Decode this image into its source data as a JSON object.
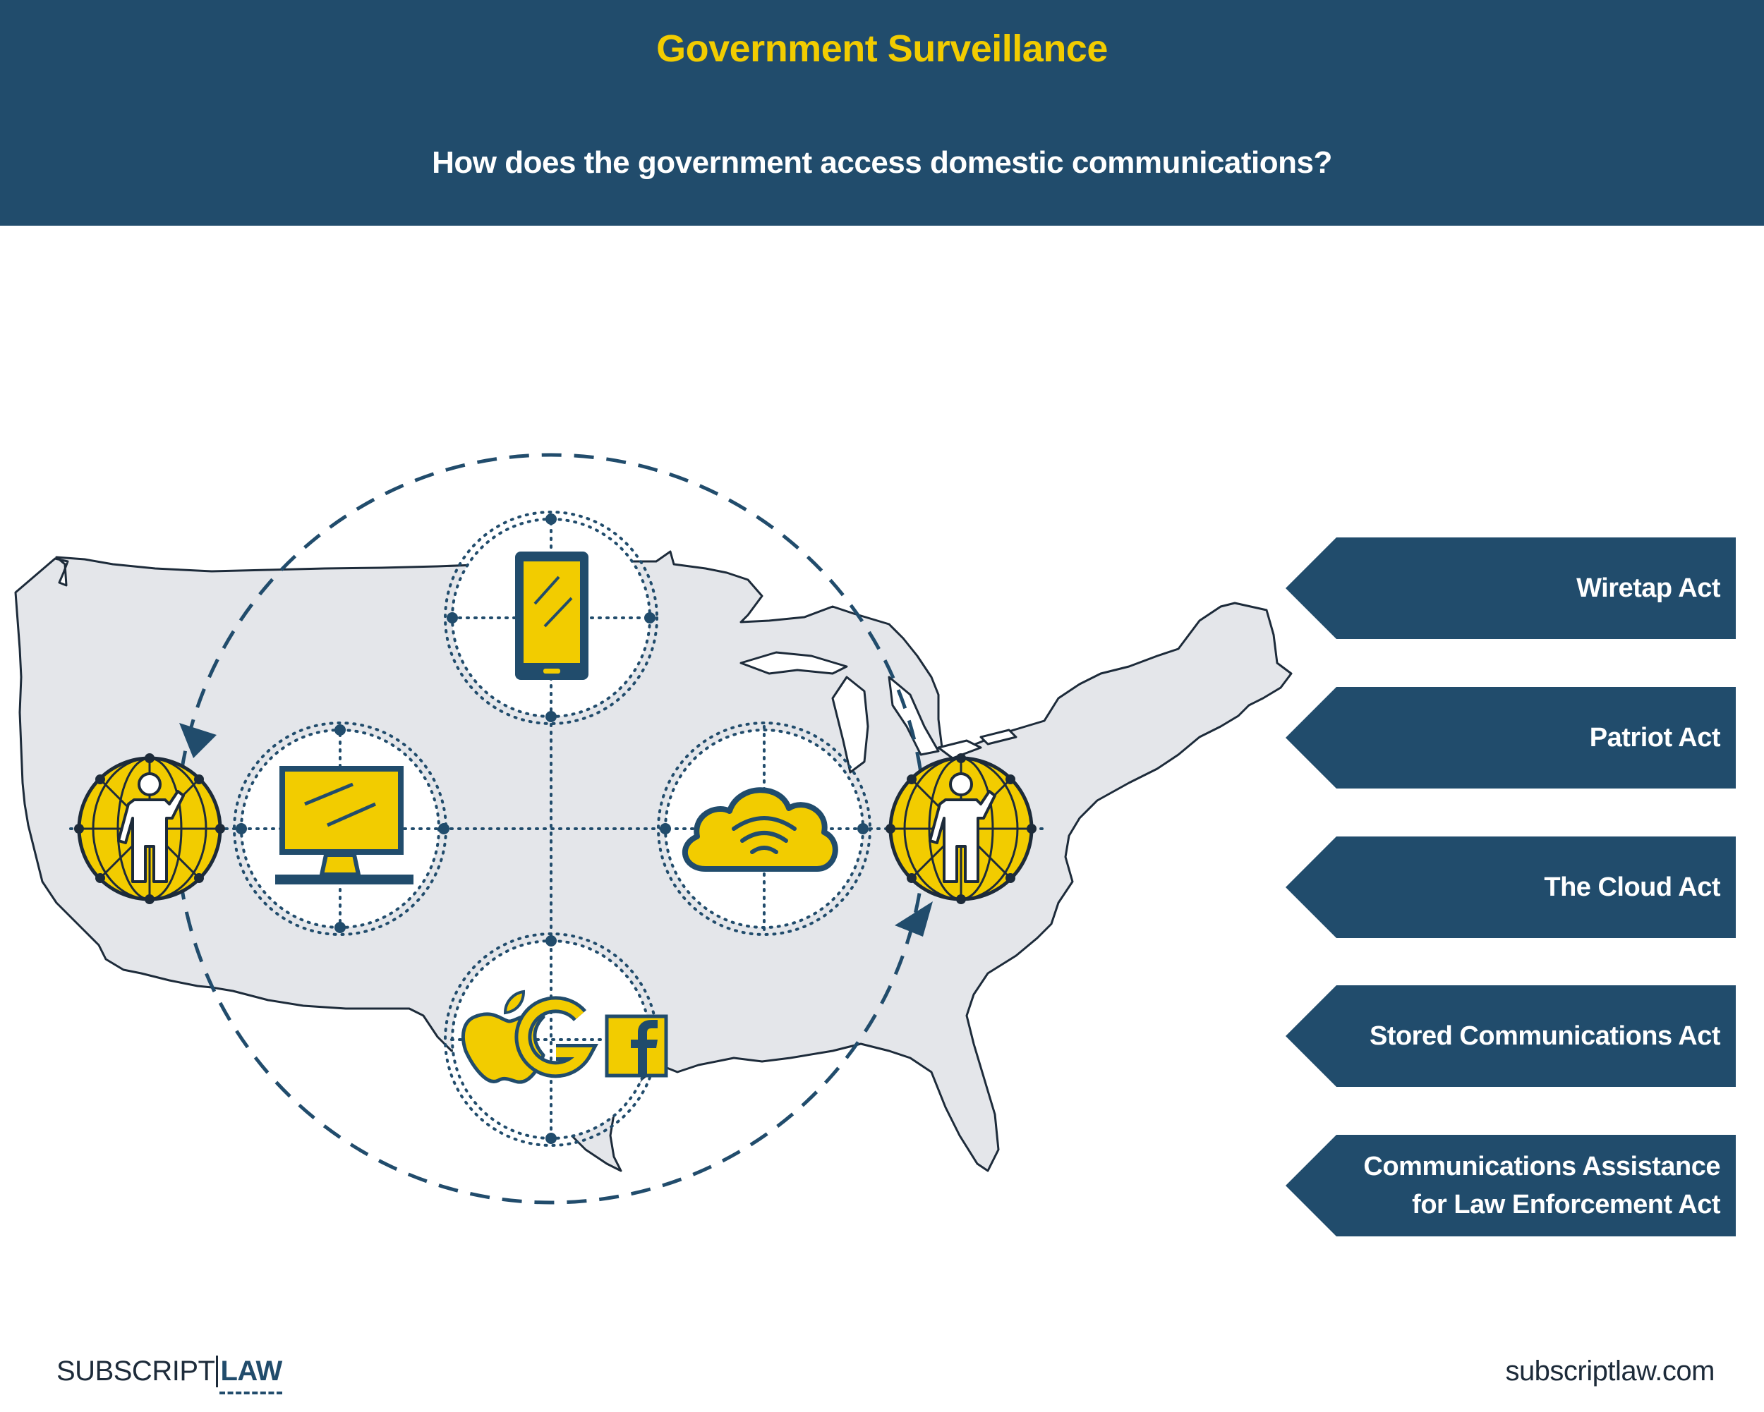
{
  "header": {
    "title": "Government Surveillance",
    "subtitle": "How does the government access domestic communications?"
  },
  "diagram": {
    "nodes": [
      {
        "name": "person-icon"
      },
      {
        "name": "computer-monitor-icon"
      },
      {
        "name": "smartphone-icon"
      },
      {
        "name": "company-logos"
      },
      {
        "name": "cloud-icon"
      },
      {
        "name": "person-icon"
      }
    ],
    "brand_logos": [
      "apple-logo",
      "google-logo",
      "facebook-logo"
    ]
  },
  "acts": [
    {
      "lines": [
        "Wiretap Act"
      ]
    },
    {
      "lines": [
        "Patriot Act"
      ]
    },
    {
      "lines": [
        "The Cloud Act"
      ]
    },
    {
      "lines": [
        "Stored Communications Act"
      ]
    },
    {
      "lines": [
        "Communications Assistance",
        "for Law Enforcement Act"
      ]
    }
  ],
  "footer": {
    "logo_prefix": "SUBSCRIPT",
    "logo_suffix": "LAW",
    "website": "subscriptlaw.com"
  },
  "colors": {
    "navy": "#214c6c",
    "yellow": "#f2cc00",
    "map_fill": "#e4e6ea",
    "outline": "#1d2b3a"
  }
}
